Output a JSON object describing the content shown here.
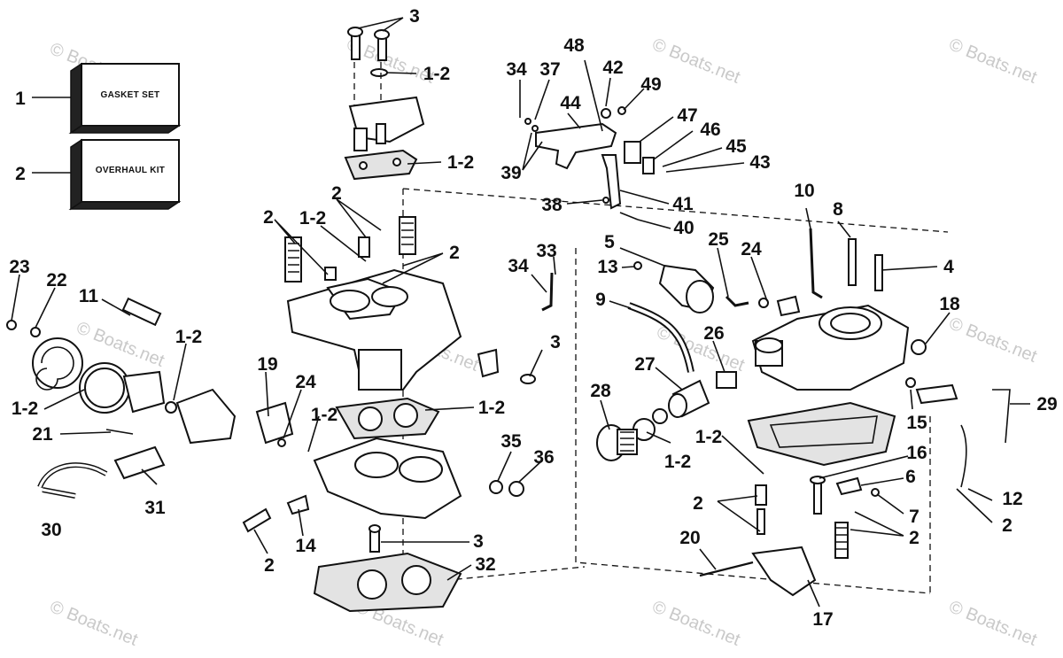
{
  "watermark": "© Boats.net",
  "kits": [
    {
      "id": "gasket-set",
      "callout": "1",
      "label": "GASKET SET"
    },
    {
      "id": "overhaul-kit",
      "callout": "2",
      "label": "OVERHAUL KIT"
    }
  ],
  "callouts": [
    {
      "text": "3"
    },
    {
      "text": "1-2"
    },
    {
      "text": "1-2"
    },
    {
      "text": "2"
    },
    {
      "text": "1-2"
    },
    {
      "text": "2"
    },
    {
      "text": "2"
    },
    {
      "text": "23"
    },
    {
      "text": "22"
    },
    {
      "text": "11"
    },
    {
      "text": "1-2"
    },
    {
      "text": "1-2"
    },
    {
      "text": "21"
    },
    {
      "text": "19"
    },
    {
      "text": "24"
    },
    {
      "text": "1-2"
    },
    {
      "text": "1-2"
    },
    {
      "text": "3"
    },
    {
      "text": "30"
    },
    {
      "text": "31"
    },
    {
      "text": "2"
    },
    {
      "text": "14"
    },
    {
      "text": "3"
    },
    {
      "text": "32"
    },
    {
      "text": "35"
    },
    {
      "text": "36"
    },
    {
      "text": "34"
    },
    {
      "text": "33"
    },
    {
      "text": "34"
    },
    {
      "text": "37"
    },
    {
      "text": "48"
    },
    {
      "text": "42"
    },
    {
      "text": "49"
    },
    {
      "text": "44"
    },
    {
      "text": "47"
    },
    {
      "text": "46"
    },
    {
      "text": "45"
    },
    {
      "text": "43"
    },
    {
      "text": "39"
    },
    {
      "text": "38"
    },
    {
      "text": "41"
    },
    {
      "text": "40"
    },
    {
      "text": "10"
    },
    {
      "text": "8"
    },
    {
      "text": "5"
    },
    {
      "text": "25"
    },
    {
      "text": "24"
    },
    {
      "text": "4"
    },
    {
      "text": "13"
    },
    {
      "text": "9"
    },
    {
      "text": "18"
    },
    {
      "text": "26"
    },
    {
      "text": "27"
    },
    {
      "text": "28"
    },
    {
      "text": "29"
    },
    {
      "text": "15"
    },
    {
      "text": "1-2"
    },
    {
      "text": "1-2"
    },
    {
      "text": "16"
    },
    {
      "text": "6"
    },
    {
      "text": "2"
    },
    {
      "text": "7"
    },
    {
      "text": "12"
    },
    {
      "text": "2"
    },
    {
      "text": "20"
    },
    {
      "text": "2"
    },
    {
      "text": "17"
    }
  ]
}
